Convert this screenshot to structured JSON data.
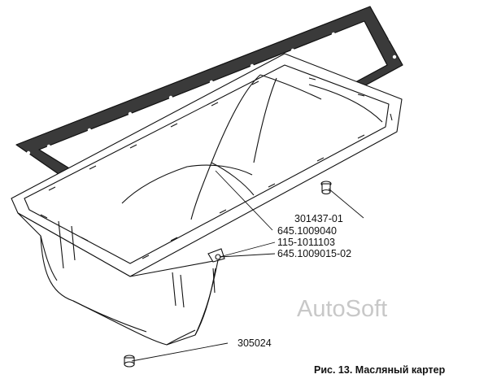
{
  "part_labels": {
    "bolt": "301437-01",
    "gasket": "645.1009040",
    "plug": "115-1011103",
    "bracket": "645.1009015-02",
    "drain_plug": "305024"
  },
  "caption": "Рис. 13. Масляный картер",
  "watermark": "AutoSoft",
  "colors": {
    "ink": "#111111",
    "gasket_fill": "#3a3a3a",
    "watermark": "#c8c8c8"
  }
}
